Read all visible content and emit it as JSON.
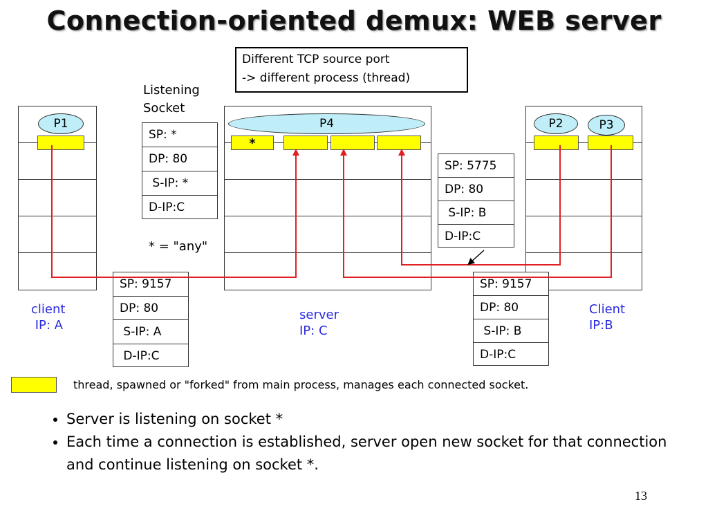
{
  "title": "Connection-oriented demux: WEB server",
  "callout": {
    "line1": "Different TCP source port",
    "line2": "-> different process (thread)"
  },
  "listening_socket": {
    "label_line1": "Listening",
    "label_line2": "Socket",
    "rows": [
      "SP: *",
      "DP: 80",
      " S-IP: *",
      "D-IP:C"
    ],
    "note": "* = \"any\""
  },
  "server": {
    "process_label": "P4",
    "star_label": "*",
    "host_label_line1": "server",
    "host_label_line2": "IP: C"
  },
  "client_a": {
    "process_label": "P1",
    "host_label_line1": "client",
    "host_label_line2": " IP: A",
    "segment_rows": [
      "SP: 9157",
      "DP: 80",
      " S-IP: A",
      " D-IP:C"
    ]
  },
  "client_b": {
    "process_labels": [
      "P2",
      "P3"
    ],
    "host_label_line1": "Client",
    "host_label_line2": "IP:B",
    "segment_rows": [
      "SP: 9157",
      "DP: 80",
      " S-IP: B",
      "D-IP:C"
    ]
  },
  "segment_middle": {
    "rows": [
      "SP: 5775",
      "DP: 80",
      " S-IP: B",
      "D-IP:C"
    ]
  },
  "legend": {
    "text": "thread, spawned or \"forked\" from main process, manages each connected socket."
  },
  "bullets": [
    "Server is listening on socket *",
    "Each time a connection is established, server open new socket for that connection and continue listening on socket *."
  ],
  "page_number": "13",
  "colors": {
    "thread": "#ffff00",
    "process": "#bfeef8",
    "arrow": "#e02020",
    "host_label": "#2a2ae0"
  }
}
